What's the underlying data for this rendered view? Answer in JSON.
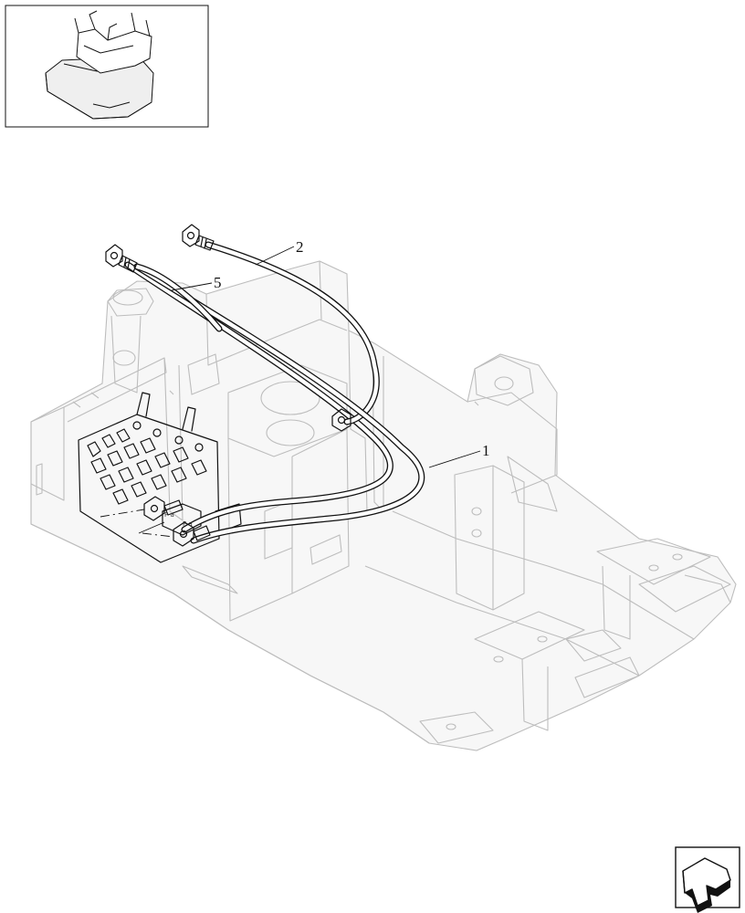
{
  "callouts": {
    "c1": "1",
    "c2": "2",
    "c5": "5"
  },
  "port_labels": {
    "upper": "P a",
    "lower": "P a"
  },
  "icons": {
    "thumbnail": "machine-thumbnail-icon",
    "nav": "next-page-arrow-icon"
  }
}
